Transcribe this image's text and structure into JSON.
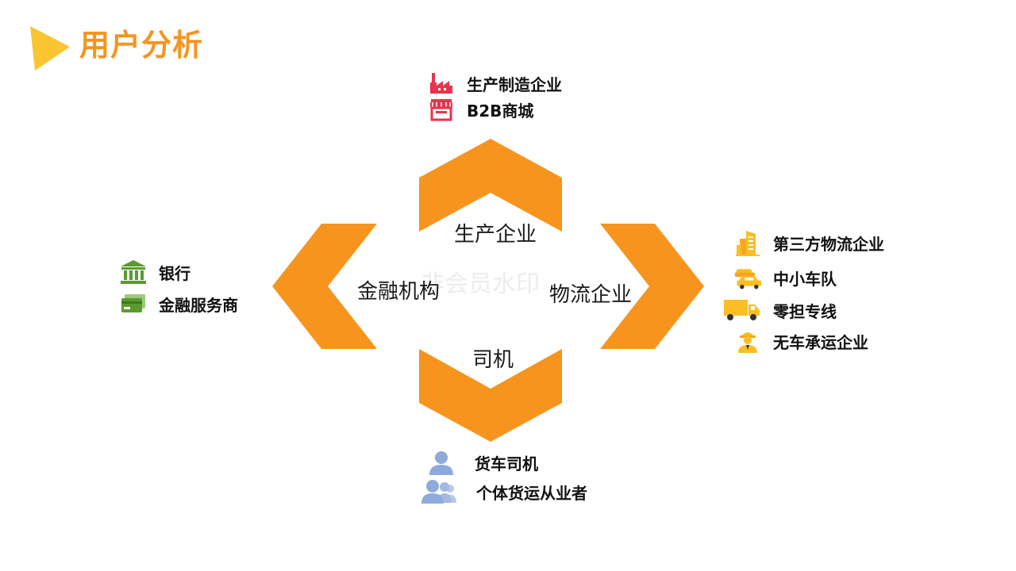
{
  "header": {
    "title": "用户分析"
  },
  "colors": {
    "accent": "#f7941e",
    "title_marker": "#fbc531",
    "red_icons": "#e8344e",
    "green_icons": "#5a9a2e",
    "yellow_icons": "#fbbf24",
    "blue_icons": "#8eaadb"
  },
  "center": {
    "top": "生产企业",
    "left": "金融机构",
    "right": "物流企业",
    "bottom": "司机"
  },
  "watermark": "非会员水印",
  "groups": {
    "top": [
      {
        "icon": "factory-icon",
        "label": "生产制造企业"
      },
      {
        "icon": "storefront-icon",
        "label": "B2B商城"
      }
    ],
    "left": [
      {
        "icon": "bank-icon",
        "label": "银行"
      },
      {
        "icon": "card-icon",
        "label": "金融服务商"
      }
    ],
    "right": [
      {
        "icon": "building-icon",
        "label": "第三方物流企业"
      },
      {
        "icon": "cars-icon",
        "label": "中小车队"
      },
      {
        "icon": "truck-icon",
        "label": "零担专线"
      },
      {
        "icon": "worker-icon",
        "label": "无车承运企业"
      }
    ],
    "bottom": [
      {
        "icon": "person-icon",
        "label": "货车司机"
      },
      {
        "icon": "people-icon",
        "label": "个体货运从业者"
      }
    ]
  }
}
